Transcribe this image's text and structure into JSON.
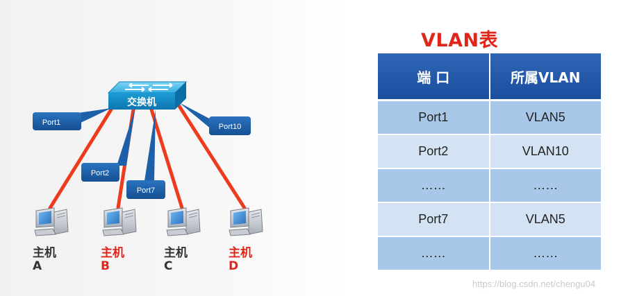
{
  "diagram": {
    "switch_label": "交换机",
    "ports": {
      "p1": "Port1",
      "p2": "Port2",
      "p7": "Port7",
      "p10": "Port10"
    },
    "hosts": [
      {
        "line1": "主机",
        "line2": "A",
        "color": "#333333"
      },
      {
        "line1": "主机",
        "line2": "B",
        "color": "#e0261b"
      },
      {
        "line1": "主机",
        "line2": "C",
        "color": "#333333"
      },
      {
        "line1": "主机",
        "line2": "D",
        "color": "#e0261b"
      }
    ],
    "colors": {
      "link": "#ee3b1f",
      "port_tag": "#1d5fa9",
      "switch": "#1a9cd6"
    }
  },
  "vlan_table": {
    "title": "VLAN表",
    "headers": [
      "端 口",
      "所属VLAN"
    ],
    "rows": [
      [
        "Port1",
        "VLAN5"
      ],
      [
        "Port2",
        "VLAN10"
      ],
      [
        "……",
        "……"
      ],
      [
        "Port7",
        "VLAN5"
      ],
      [
        "……",
        "……"
      ]
    ]
  },
  "watermark": "https://blog.csdn.net/chengu04"
}
